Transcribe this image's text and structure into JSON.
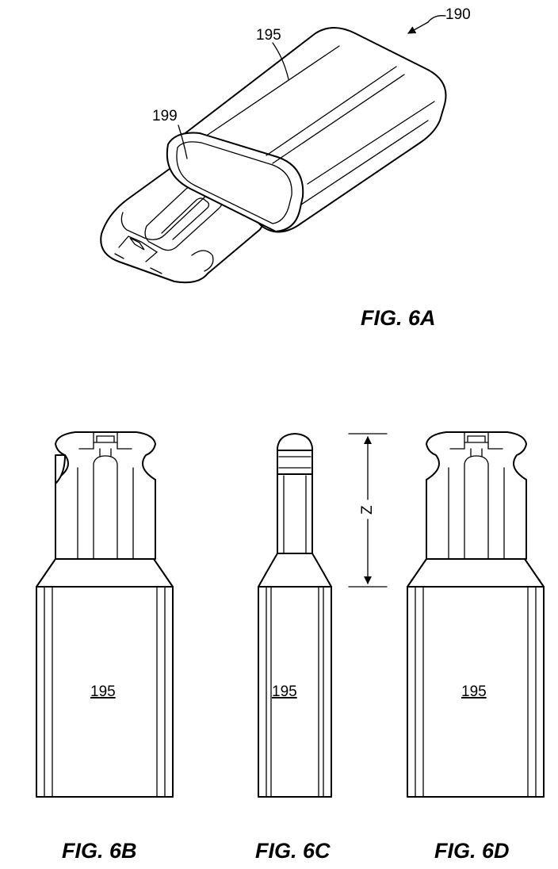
{
  "figures": {
    "fig6a": {
      "caption": "FIG. 6A",
      "ref_assembly": "190",
      "ref_housing": "195",
      "ref_opening": "199"
    },
    "fig6b": {
      "caption": "FIG. 6B",
      "ref_housing": "195"
    },
    "fig6c": {
      "caption": "FIG. 6C",
      "ref_housing": "195",
      "dimension_label": "Z"
    },
    "fig6d": {
      "caption": "FIG. 6D",
      "ref_housing": "195"
    }
  }
}
